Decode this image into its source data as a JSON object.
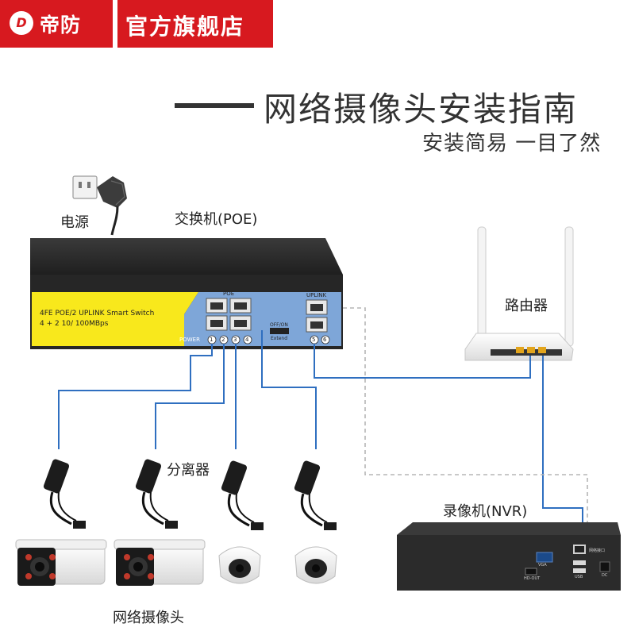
{
  "banner": {
    "logo_mark": "D",
    "brand": "帝防",
    "shop": "官方旗舰店",
    "brand_color": "#d7191f"
  },
  "title": {
    "main": "网络摄像头安装指南",
    "sub": "安装简易 一目了然"
  },
  "labels": {
    "power": "电源",
    "switch": "交换机(POE)",
    "router": "路由器",
    "splitter": "分离器",
    "nvr": "录像机(NVR)",
    "camera": "网络摄像头"
  },
  "switch_panel": {
    "model": "4FE POE/2 UPLINK Smart Switch",
    "spec": "4 + 2 10/ 100MBps",
    "poe": "POE",
    "uplink": "UPLINK",
    "power": "POWER",
    "off_on": "OFF/ON",
    "extend": "Extend",
    "ports": [
      "1",
      "2",
      "3",
      "4",
      "5",
      "6"
    ]
  },
  "nvr_panel": {
    "vga": "VGA",
    "hdout": "HD-OUT",
    "usb": "USB",
    "dc": "DC",
    "lan": "网络接口"
  },
  "colors": {
    "cable_blue": "#2f6fc0",
    "cable_dashed": "#b5b5b5",
    "switch_yellow": "#f8e81c",
    "switch_blue": "#7ea6d8",
    "device_dark": "#2b2b2b"
  }
}
